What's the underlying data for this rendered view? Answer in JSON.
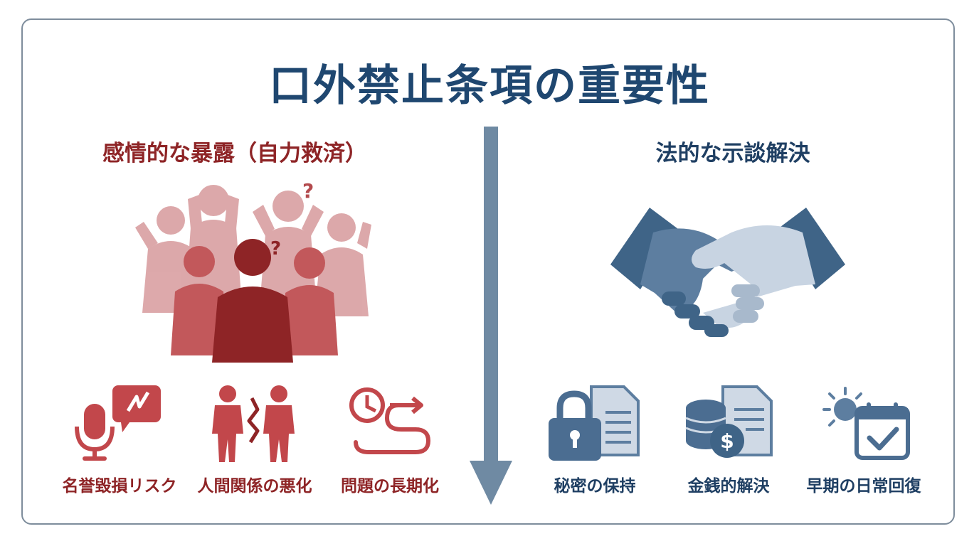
{
  "title": "口外禁止条項の重要性",
  "left": {
    "heading": "感情的な暴露（自力救済）",
    "items": [
      {
        "label": "名誉毀損リスク",
        "icon": "microphone-speech-icon"
      },
      {
        "label": "人間関係の悪化",
        "icon": "broken-relationship-icon"
      },
      {
        "label": "問題の長期化",
        "icon": "clock-winding-path-icon"
      }
    ]
  },
  "right": {
    "heading": "法的な示談解決",
    "items": [
      {
        "label": "秘密の保持",
        "icon": "lock-document-icon"
      },
      {
        "label": "金銭的解決",
        "icon": "coins-document-icon"
      },
      {
        "label": "早期の日常回復",
        "icon": "sun-calendar-check-icon"
      }
    ]
  },
  "colors": {
    "title": "#1f4770",
    "left_accent": "#8e2426",
    "right_accent": "#1f3f63",
    "arrow": "#6f8aa3",
    "frame": "#7e8d9c"
  }
}
